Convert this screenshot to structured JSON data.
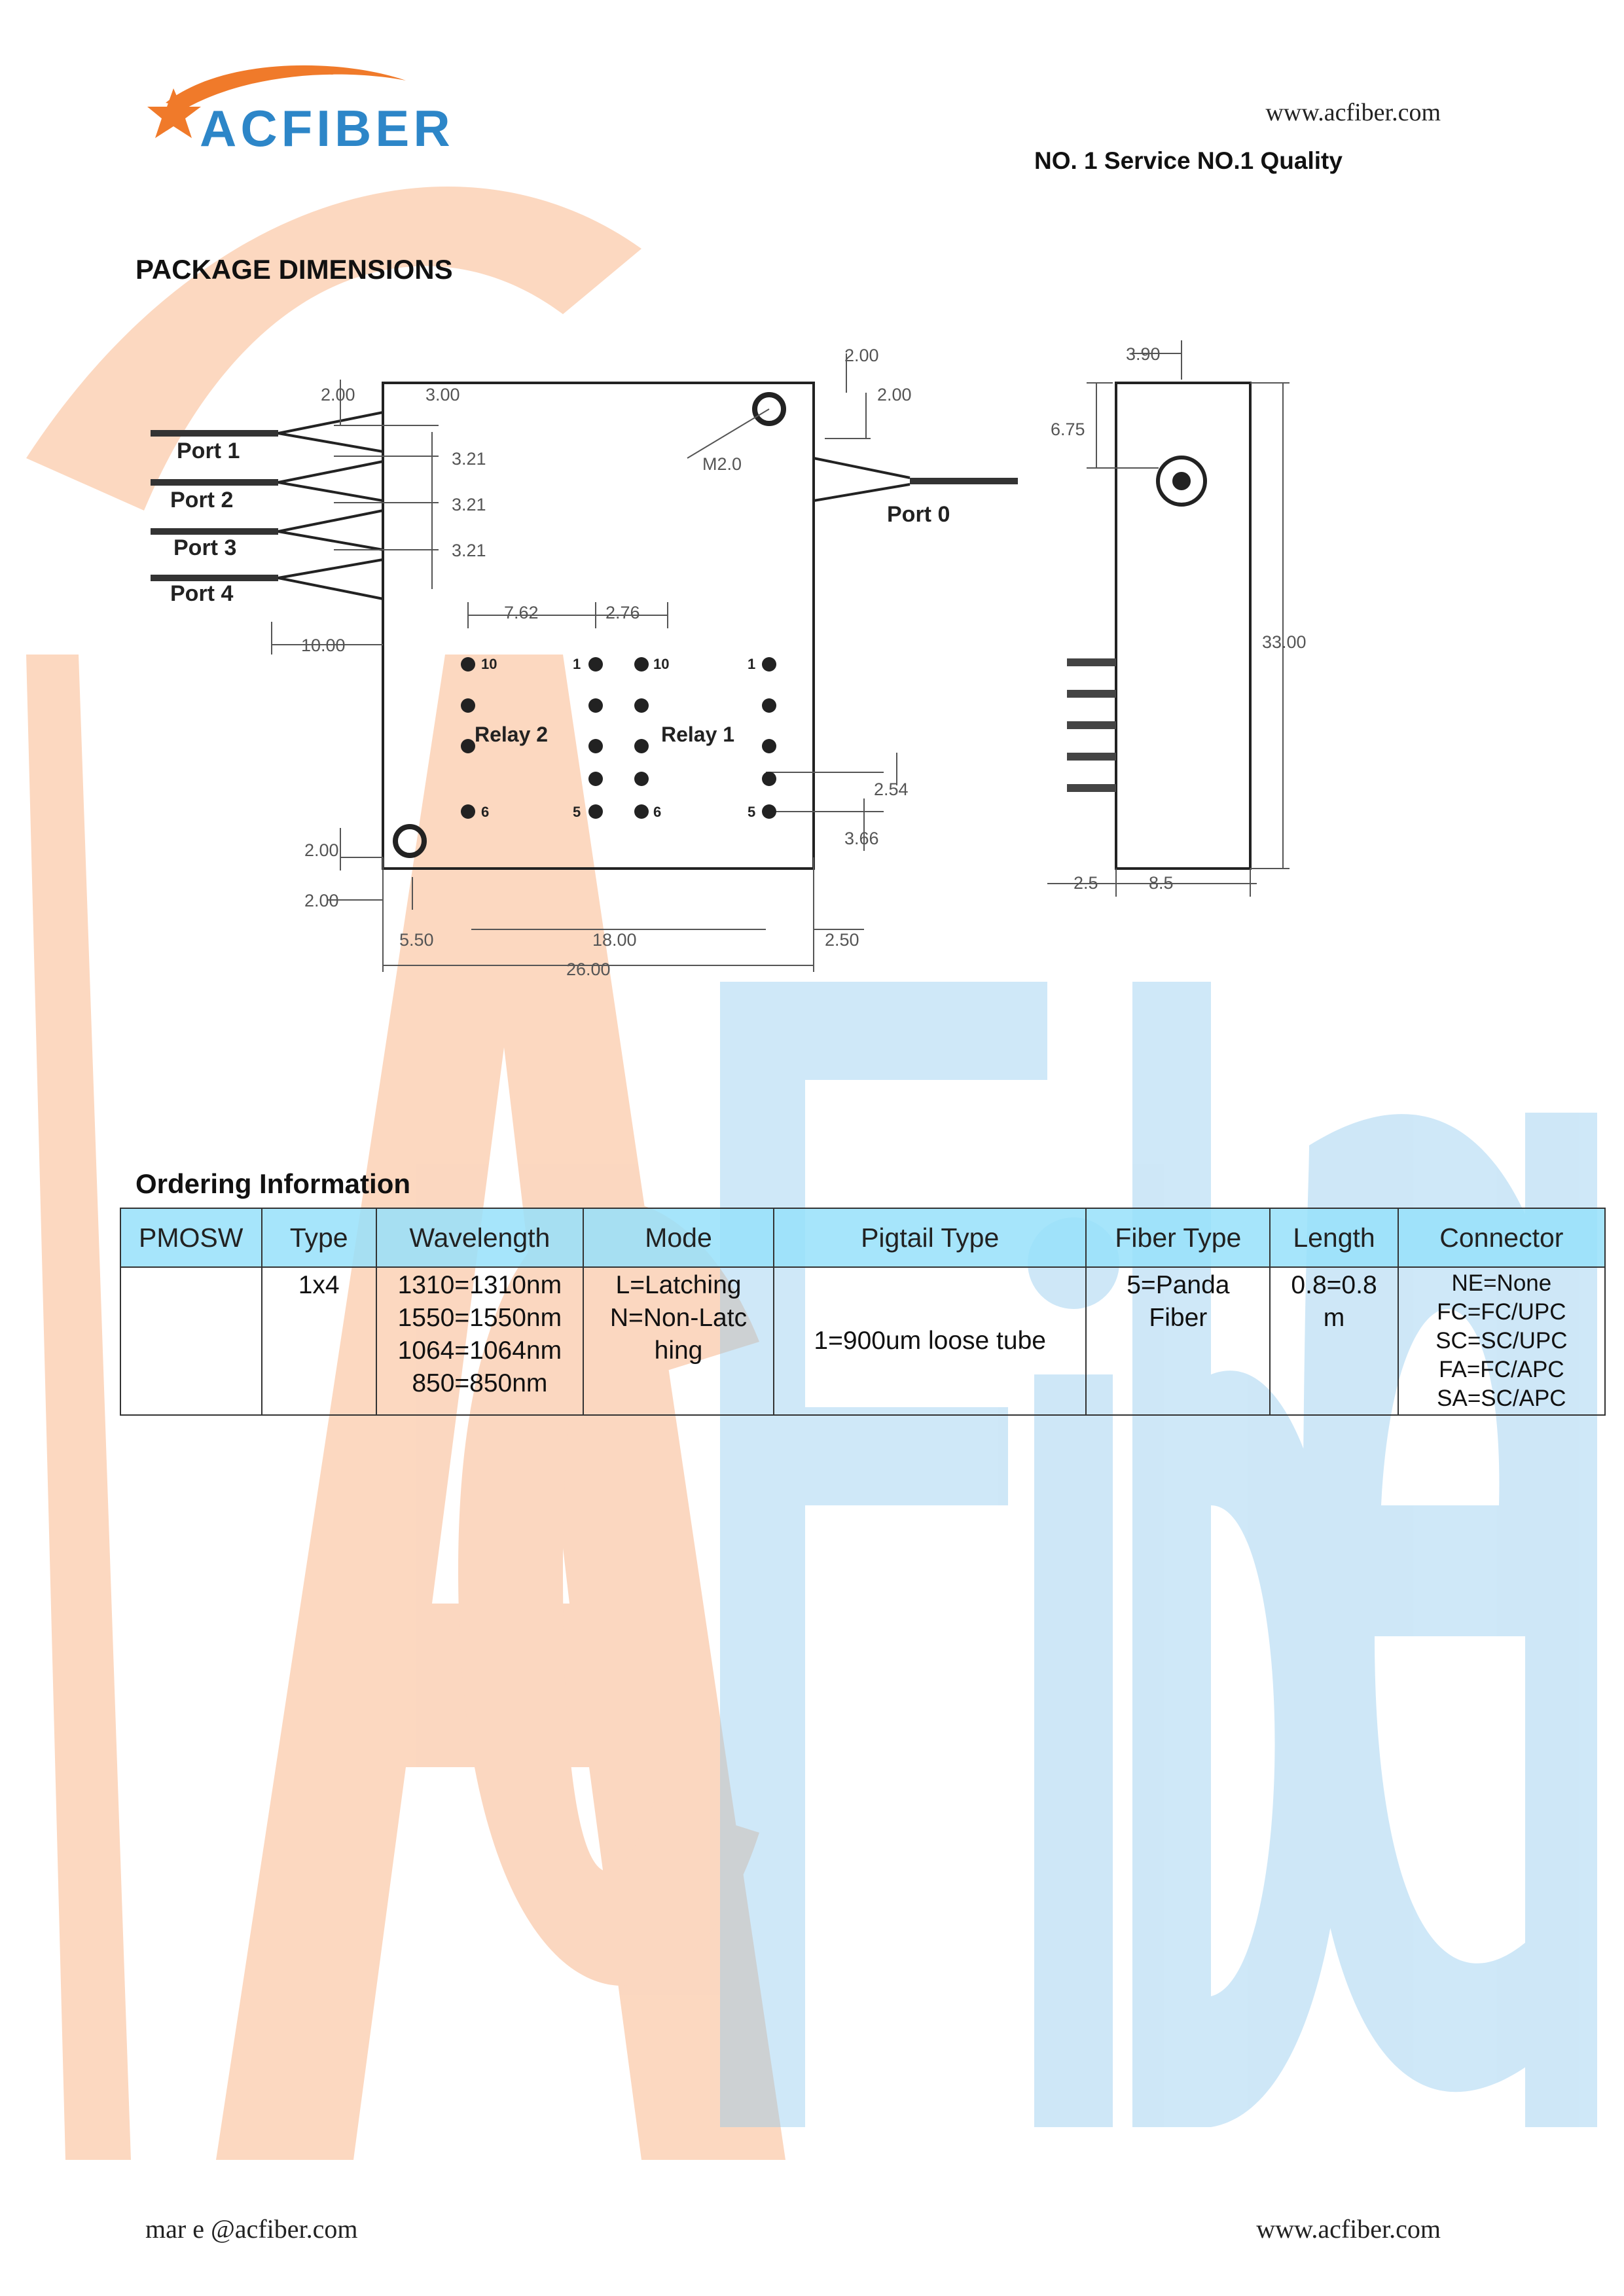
{
  "header": {
    "brand": "ACFIBER",
    "website": "www.acfiber.com",
    "tagline": "NO. 1 Service  NO.1 Quality"
  },
  "watermark": {
    "text": "AcFiber"
  },
  "colors": {
    "orange": "#f07a2a",
    "blue": "#2d86c8",
    "table_header": "#96e1fa"
  },
  "package": {
    "title": "PACKAGE DIMENSIONS",
    "ports": [
      "Port 1",
      "Port 2",
      "Port 3",
      "Port 4"
    ],
    "port0": "Port 0",
    "relay1": "Relay 1",
    "relay2": "Relay 2",
    "hole": "M2.0",
    "dims": {
      "d200a": "2.00",
      "d300": "3.00",
      "d321a": "3.21",
      "d321b": "3.21",
      "d321c": "3.21",
      "d1000": "10.00",
      "d762": "7.62",
      "d276": "2.76",
      "d200b": "2.00",
      "d200c": "2.00",
      "d254": "2.54",
      "d366": "3.66",
      "d200d": "2.00",
      "d200e": "2.00",
      "d550": "5.50",
      "d1800": "18.00",
      "d2600": "26.00",
      "d250": "2.50",
      "d390": "3.90",
      "d675": "6.75",
      "d3300": "33.00",
      "d25": "2.5",
      "d85": "8.5"
    },
    "pins": {
      "p10a": "10",
      "p1a": "1",
      "p10b": "10",
      "p1b": "1",
      "p6a": "6",
      "p5a": "5",
      "p6b": "6",
      "p5b": "5"
    }
  },
  "ordering": {
    "title": "Ordering Information",
    "headers": [
      "PMOSW",
      "Type",
      "Wavelength",
      "Mode",
      "Pigtail Type",
      "Fiber Type",
      "Length",
      "Connector"
    ],
    "row": {
      "pmosw": "",
      "type": "1x4",
      "wavelength": [
        "1310=1310nm",
        "1550=1550nm",
        "1064=1064nm",
        "850=850nm"
      ],
      "mode": [
        "L=Latching",
        "N=Non-Latc",
        "hing"
      ],
      "pigtail": "1=900um loose tube",
      "fiber": [
        "5=Panda",
        "Fiber"
      ],
      "length": [
        "0.8=0.8",
        "m"
      ],
      "connector": [
        "NE=None",
        "FC=FC/UPC",
        "SC=SC/UPC",
        "FA=FC/APC",
        "SA=SC/APC"
      ]
    }
  },
  "footer": {
    "email": "mar  e @acfiber.com",
    "website": "www.acfiber.com"
  }
}
